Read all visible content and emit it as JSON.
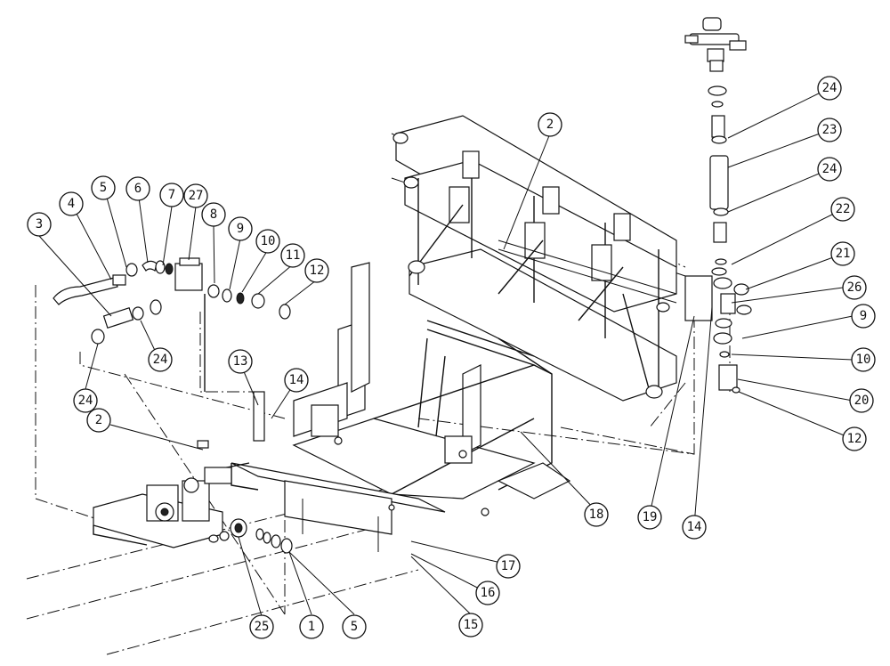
{
  "callouts": [
    {
      "label": "1"
    },
    {
      "label": "2"
    },
    {
      "label": "2"
    },
    {
      "label": "3"
    },
    {
      "label": "4"
    },
    {
      "label": "5"
    },
    {
      "label": "5"
    },
    {
      "label": "6"
    },
    {
      "label": "7"
    },
    {
      "label": "27"
    },
    {
      "label": "8"
    },
    {
      "label": "9"
    },
    {
      "label": "10"
    },
    {
      "label": "11"
    },
    {
      "label": "12"
    },
    {
      "label": "24"
    },
    {
      "label": "24"
    },
    {
      "label": "13"
    },
    {
      "label": "14"
    },
    {
      "label": "25"
    },
    {
      "label": "15"
    },
    {
      "label": "16"
    },
    {
      "label": "17"
    },
    {
      "label": "18"
    },
    {
      "label": "19"
    },
    {
      "label": "14"
    },
    {
      "label": "24"
    },
    {
      "label": "23"
    },
    {
      "label": "24"
    },
    {
      "label": "22"
    },
    {
      "label": "21"
    },
    {
      "label": "26"
    },
    {
      "label": "9"
    },
    {
      "label": "10"
    },
    {
      "label": "20"
    },
    {
      "label": "12"
    }
  ]
}
